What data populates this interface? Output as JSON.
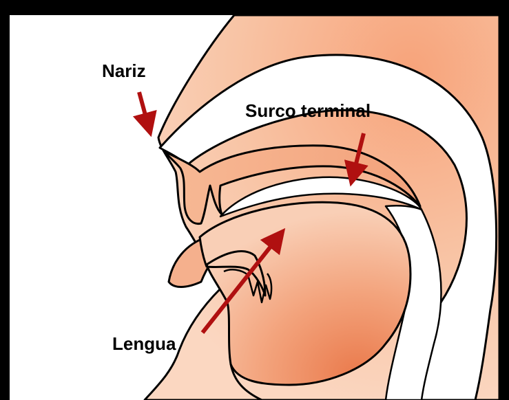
{
  "labels": {
    "nariz": "Nariz",
    "surco_terminal": "Surco terminal",
    "lengua": "Lengua"
  },
  "colors": {
    "frame": "#000000",
    "background": "#ffffff",
    "tissue_light": "#f8c3a3",
    "tissue_dark": "#ee8a5e",
    "arrow": "#b01010"
  }
}
